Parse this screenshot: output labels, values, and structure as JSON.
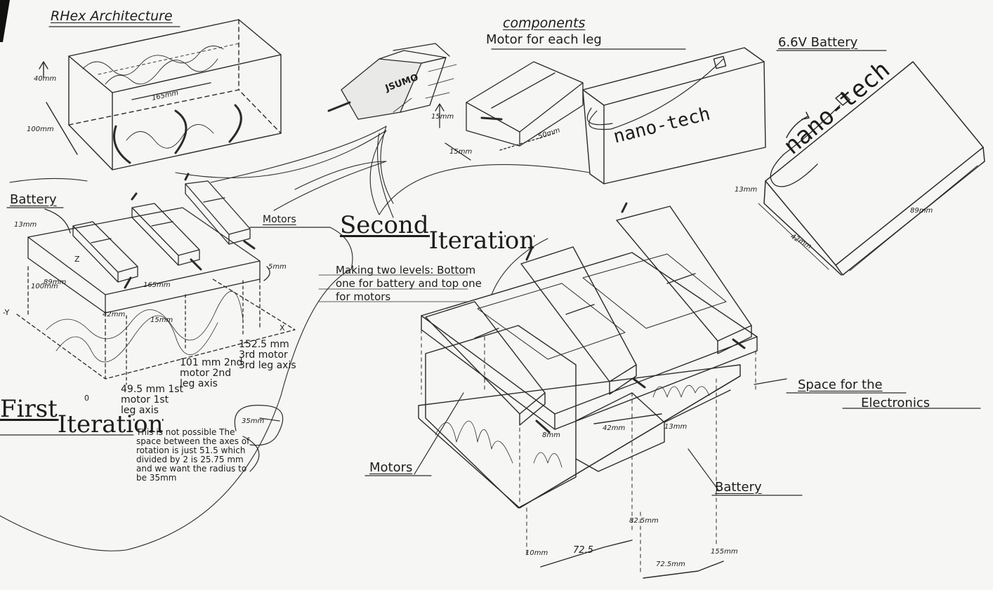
{
  "labels": {
    "rhex_title": "RHex Architecture",
    "rhex_height": "40mm",
    "rhex_depth": "100mm",
    "rhex_length": "165mm",
    "components": "components",
    "motor_each_leg": "Motor for each leg",
    "jsumo": "JSUMO",
    "motor_h": "15mm",
    "motor_w": "15mm",
    "motor_len": "50mm",
    "brand": "nano-tech",
    "battery_title": "6.6V Battery",
    "bat_h": "13mm",
    "bat_l": "89mm",
    "bat_w": "42mm",
    "battery": "Battery",
    "motors": "Motors",
    "first_13": "13mm",
    "first_89": "89mm",
    "first_100": "100mm",
    "first_165": "165mm",
    "first_42": "42mm",
    "first_15": "15mm",
    "first_5": "5mm",
    "axis_z": "Z",
    "axis_y": "-Y",
    "axis_x": "X",
    "axis_origin": "0",
    "leg1": "49.5 mm 1st motor 1st leg axis",
    "leg2": "101 mm 2nd motor 2nd leg axis",
    "leg3": "152.5 mm 3rd motor 3rd leg axis",
    "first_word": "First",
    "iteration_word": "Iteration",
    "second_word": "Second",
    "first_note": "This is not possible The space between the axes of rotation is just 51.5 which divided by 2 is 25.75 mm and we want the radius to be 35mm",
    "radius": "35mm",
    "second_note": "Making two levels: Bottom one for battery and top one for motors",
    "space_line1": "Space for the",
    "space_line2": "Electronics",
    "sec_8": "8mm",
    "sec_42": "42mm",
    "sec_13": "13mm",
    "sec_825": "82.5mm",
    "sec_10": "10mm",
    "sec_725": "72.5",
    "sec_725mm": "72.5mm",
    "sec_155": "155mm"
  }
}
